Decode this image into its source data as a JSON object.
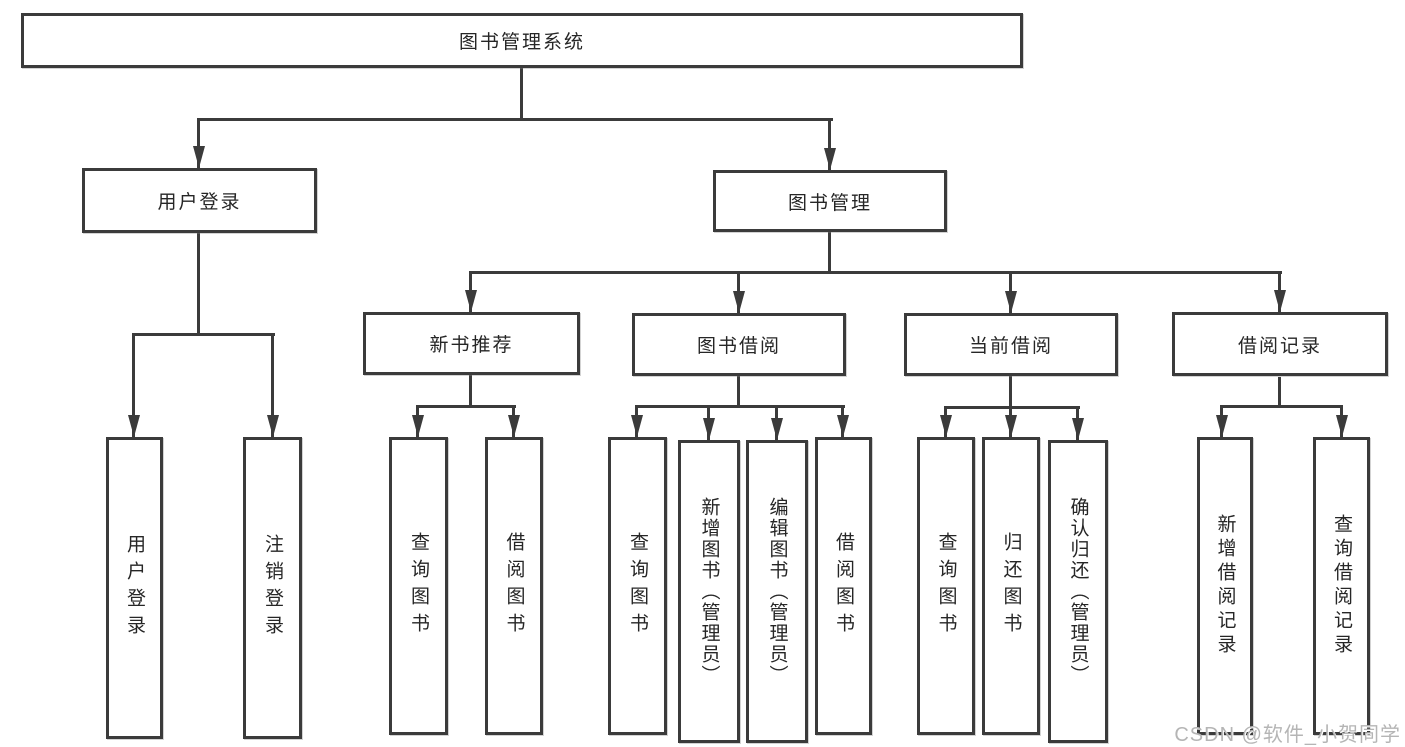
{
  "root": {
    "label": "图书管理系统"
  },
  "level2": {
    "user_login": {
      "label": "用户登录"
    },
    "book_mgmt": {
      "label": "图书管理"
    }
  },
  "level3": {
    "new_books": {
      "label": "新书推荐"
    },
    "book_borrow": {
      "label": "图书借阅"
    },
    "current_borrow": {
      "label": "当前借阅"
    },
    "borrow_records": {
      "label": "借阅记录"
    }
  },
  "leaves": {
    "user_login_leaf": {
      "label": "用户登录"
    },
    "logout": {
      "label": "注销登录"
    },
    "nb_query": {
      "label": "查询图书"
    },
    "nb_borrow": {
      "label": "借阅图书"
    },
    "bb_query": {
      "label": "查询图书"
    },
    "bb_add": {
      "label": "新增图书（管理员）"
    },
    "bb_edit": {
      "label": "编辑图书（管理员）"
    },
    "bb_borrow": {
      "label": "借阅图书"
    },
    "cb_query": {
      "label": "查询图书"
    },
    "cb_return": {
      "label": "归还图书"
    },
    "cb_confirm": {
      "label": "确认归还（管理员）"
    },
    "br_add": {
      "label": "新增借阅记录"
    },
    "br_query": {
      "label": "查询借阅记录"
    }
  },
  "watermark": {
    "text": "CSDN @软件_小贺同学"
  },
  "colors": {
    "line": "#3b3b3b",
    "text": "#262626",
    "watermark": "#b5b5b5",
    "background": "#ffffff"
  }
}
